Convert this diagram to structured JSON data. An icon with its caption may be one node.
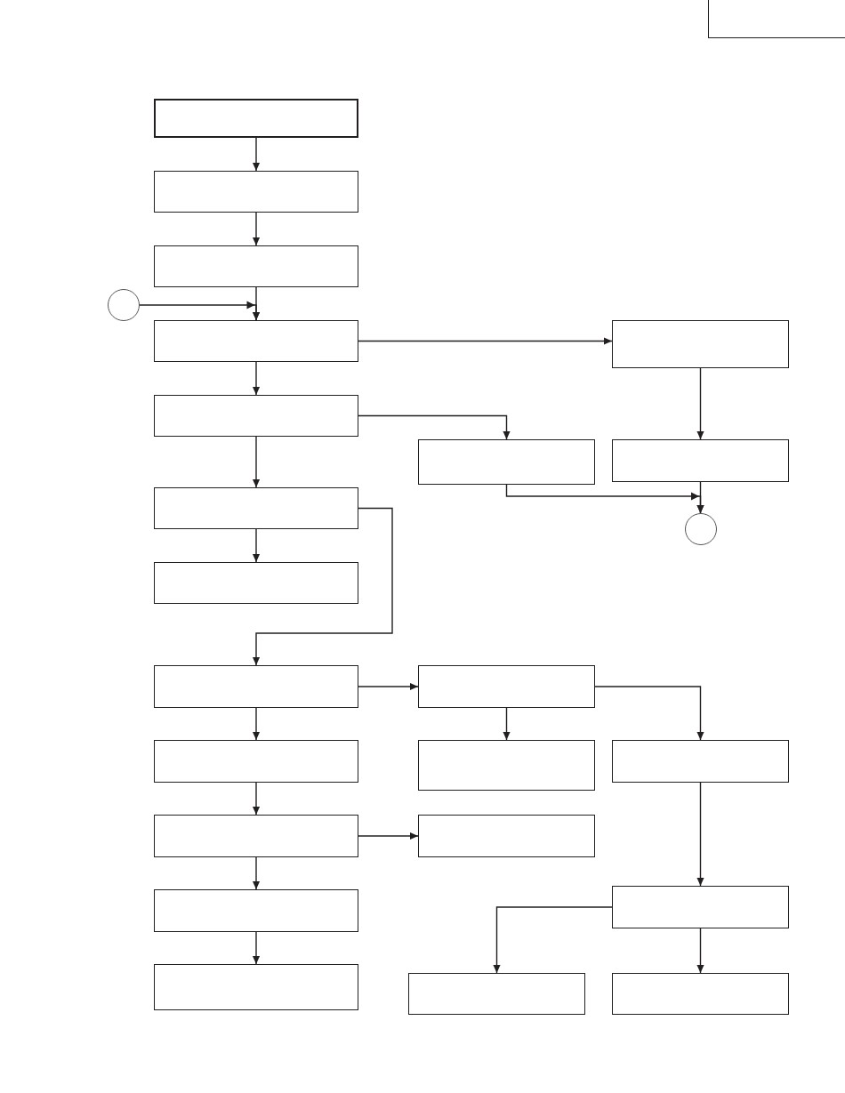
{
  "diagram": {
    "nodes": [
      {
        "text": [],
        "shape": "box"
      },
      {
        "text": [],
        "shape": "box"
      },
      {
        "text": [],
        "shape": "box"
      },
      {
        "text": [],
        "shape": "box"
      },
      {
        "text": [],
        "shape": "circle"
      },
      {
        "text": [],
        "shape": "box"
      },
      {
        "text": [],
        "shape": "box"
      },
      {
        "text": [],
        "shape": "box"
      },
      {
        "text": [],
        "shape": "box"
      },
      {
        "text": [],
        "shape": "box"
      },
      {
        "text": [],
        "shape": "box"
      },
      {
        "text": [],
        "shape": "circle"
      },
      {
        "text": [],
        "shape": "box"
      },
      {
        "text": [],
        "shape": "box"
      },
      {
        "text": [],
        "shape": "box"
      },
      {
        "text": [],
        "shape": "box"
      },
      {
        "text": [],
        "shape": "box"
      },
      {
        "text": [],
        "shape": "box"
      },
      {
        "text": [],
        "shape": "box"
      },
      {
        "text": [],
        "shape": "box"
      },
      {
        "text": [],
        "shape": "box"
      },
      {
        "text": [],
        "shape": "box"
      },
      {
        "text": [],
        "shape": "box"
      },
      {
        "text": [],
        "shape": "box"
      },
      {
        "text": [],
        "shape": "box"
      }
    ],
    "edges": [
      {
        "from": 1,
        "to": 2,
        "arrow": "to"
      },
      {
        "from": 2,
        "to": 3,
        "arrow": "to"
      },
      {
        "from": 3,
        "to": 5,
        "arrow": "to"
      },
      {
        "from": 4,
        "to": 5,
        "arrow": "to"
      },
      {
        "from": 5,
        "to": 6,
        "arrow": "to"
      },
      {
        "from": 5,
        "to": 7,
        "arrow": "to"
      },
      {
        "from": 6,
        "to": 9,
        "arrow": "to"
      },
      {
        "from": 7,
        "to": 8,
        "arrow": "to"
      },
      {
        "from": 7,
        "to": 10,
        "arrow": "to"
      },
      {
        "from": 8,
        "to": 11,
        "arrow": "to"
      },
      {
        "from": 9,
        "to": 11,
        "arrow": "to"
      },
      {
        "from": 10,
        "to": 12,
        "arrow": "to"
      },
      {
        "from": 10,
        "to": 13,
        "arrow": "to"
      },
      {
        "from": 13,
        "to": 14,
        "arrow": "to"
      },
      {
        "from": 13,
        "to": 15,
        "arrow": "to"
      },
      {
        "from": 14,
        "to": 16,
        "arrow": "to"
      },
      {
        "from": 14,
        "to": 17,
        "arrow": "to"
      },
      {
        "from": 15,
        "to": 18,
        "arrow": "to"
      },
      {
        "from": 18,
        "to": 19,
        "arrow": "to"
      },
      {
        "from": 18,
        "to": 21,
        "arrow": "to"
      },
      {
        "from": 17,
        "to": 20,
        "arrow": "to"
      },
      {
        "from": 20,
        "to": 23,
        "arrow": "to"
      },
      {
        "from": 20,
        "to": 24,
        "arrow": "to"
      },
      {
        "from": 21,
        "to": 22,
        "arrow": "to"
      }
    ]
  }
}
